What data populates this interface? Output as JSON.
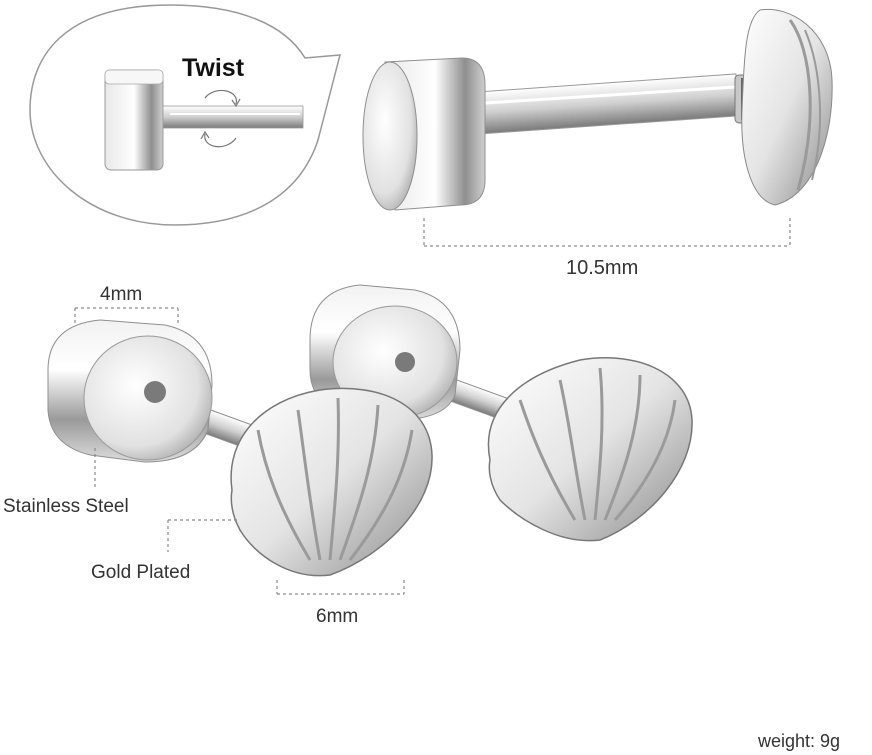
{
  "product_image": {
    "callout": {
      "action_label": "Twist"
    },
    "dimensions": {
      "total_length": "10.5mm",
      "back_diameter": "4mm",
      "shell_width": "6mm"
    },
    "materials": {
      "back": "Stainless Steel",
      "front": "Gold Plated"
    },
    "weight": "weight: 9g",
    "colors": {
      "background": "#ffffff",
      "metal_light": "#f4f4f4",
      "metal_mid": "#b9b9b9",
      "metal_dark": "#6e6e6e",
      "guide_line": "#8a8a8a",
      "text": "#333333"
    }
  }
}
